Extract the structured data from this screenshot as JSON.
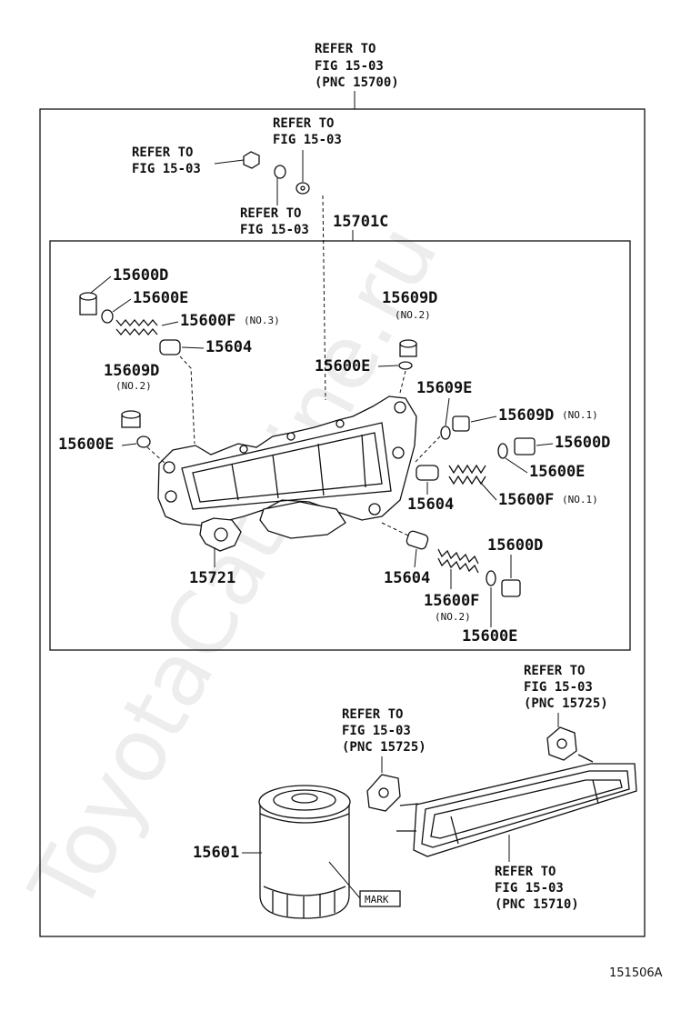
{
  "watermark": "ToyotaCatMine.ru",
  "figure_id": "151506A",
  "refer_top": {
    "l1": "REFER TO",
    "l2": "FIG 15-03",
    "l3": "(PNC 15700)"
  },
  "refer_a": {
    "l1": "REFER TO",
    "l2": "FIG 15-03"
  },
  "refer_b": {
    "l1": "REFER TO",
    "l2": "FIG 15-03"
  },
  "refer_c": {
    "l1": "REFER TO",
    "l2": "FIG 15-03"
  },
  "refer_gasket_left": {
    "l1": "REFER TO",
    "l2": "FIG 15-03",
    "l3": "(PNC 15725)"
  },
  "refer_gasket_right": {
    "l1": "REFER TO",
    "l2": "FIG 15-03",
    "l3": "(PNC 15725)"
  },
  "refer_cooler": {
    "l1": "REFER TO",
    "l2": "FIG 15-03",
    "l3": "(PNC 15710)"
  },
  "parts": {
    "p15701c": "15701C",
    "p15600d_a": "15600D",
    "p15600e_a": "15600E",
    "p15600f_a": "15600F",
    "p15600f_a_note": "(NO.3)",
    "p15604_a": "15604",
    "p15609d_a": "15609D",
    "p15609d_a_note": "(NO.2)",
    "p15600e_b": "15600E",
    "p15609d_b": "15609D",
    "p15609d_b_note": "(NO.2)",
    "p15600e_c": "15600E",
    "p15609e": "15609E",
    "p15609d_c": "15609D",
    "p15609d_c_note": "(NO.1)",
    "p15600d_b": "15600D",
    "p15600e_d": "15600E",
    "p15604_b": "15604",
    "p15600f_b": "15600F",
    "p15600f_b_note": "(NO.1)",
    "p15721": "15721",
    "p15604_c": "15604",
    "p15600d_c": "15600D",
    "p15600f_c": "15600F",
    "p15600f_c_note": "(NO.2)",
    "p15600e_e": "15600E",
    "p15601": "15601",
    "mark": "MARK"
  }
}
